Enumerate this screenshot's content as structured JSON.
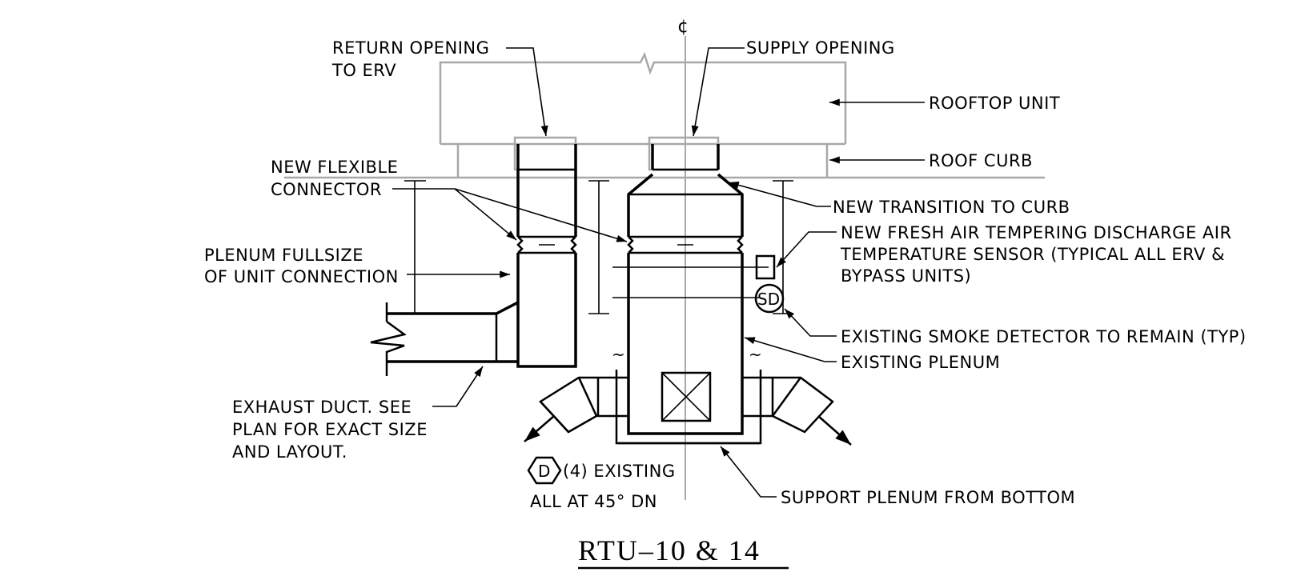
{
  "drawing": {
    "title": "RTU–10  &  14",
    "centerline_symbol": "¢",
    "labels": {
      "return_opening_1": "RETURN OPENING",
      "return_opening_2": "TO ERV",
      "supply_opening": "SUPPLY OPENING",
      "rooftop_unit": "ROOFTOP UNIT",
      "roof_curb": "ROOF CURB",
      "new_flexible_1": "NEW FLEXIBLE",
      "new_flexible_2": "CONNECTOR",
      "new_transition": "NEW TRANSITION TO CURB",
      "sensor_1": "NEW FRESH AIR TEMPERING DISCHARGE AIR",
      "sensor_2": "TEMPERATURE SENSOR (TYPICAL ALL ERV &",
      "sensor_3": "BYPASS UNITS)",
      "plenum_fullsize_1": "PLENUM FULLSIZE",
      "plenum_fullsize_2": "OF UNIT CONNECTION",
      "smoke_detector": "EXISTING SMOKE DETECTOR TO REMAIN (TYP)",
      "existing_plenum": "EXISTING PLENUM",
      "exhaust_1": "EXHAUST DUCT. SEE",
      "exhaust_2": "PLAN FOR EXACT SIZE",
      "exhaust_3": "AND LAYOUT.",
      "diffuser_tag": "D",
      "diffuser_1": "(4) EXISTING",
      "diffuser_2": "ALL AT 45° DN",
      "support": "SUPPORT PLENUM FROM BOTTOM",
      "smoke_symbol": "SD"
    }
  }
}
